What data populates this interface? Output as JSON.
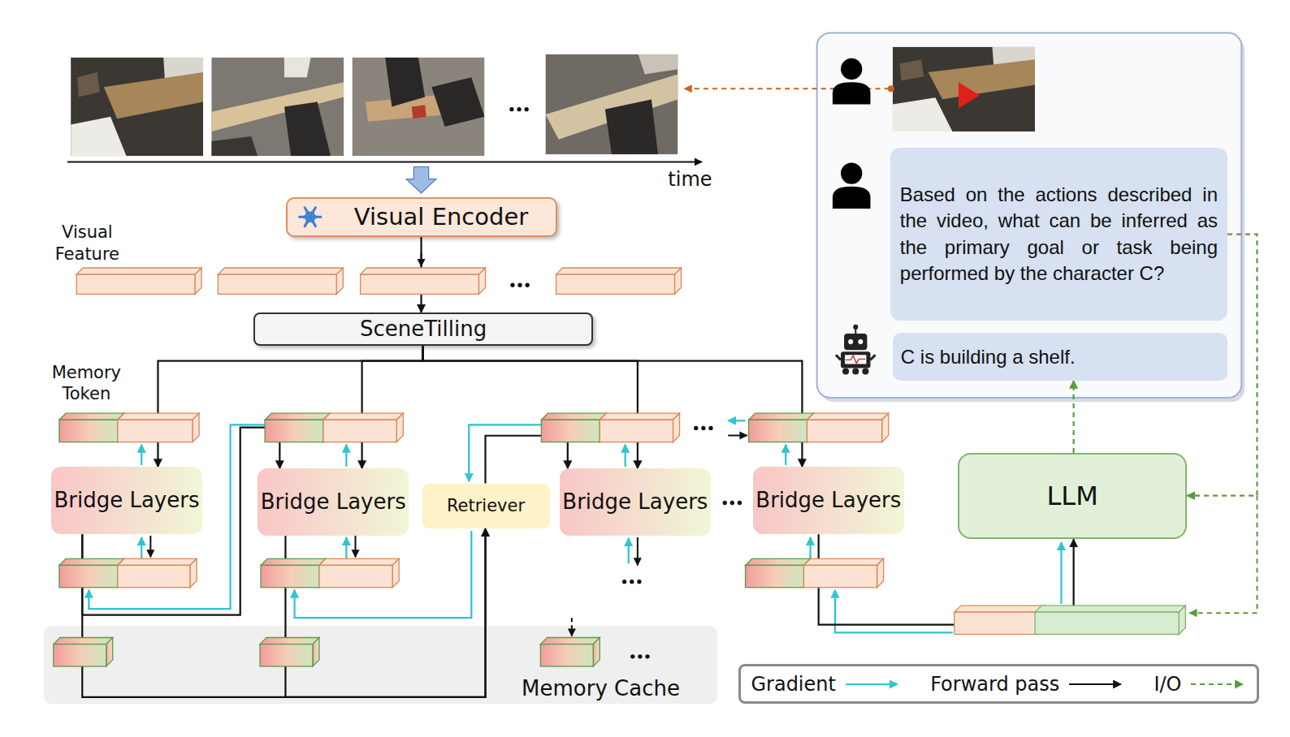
{
  "diagram": {
    "nodes": [
      {
        "text": [
          "Visual Encoder"
        ]
      },
      {
        "text": [
          "SceneTilling"
        ]
      },
      {
        "text": [
          "Bridge Layers"
        ]
      },
      {
        "text": [
          "Bridge Layers"
        ]
      },
      {
        "text": [
          "Retriever"
        ]
      },
      {
        "text": [
          "Bridge Layers"
        ]
      },
      {
        "text": [
          "Bridge Layers"
        ]
      },
      {
        "text": [
          "LLM"
        ]
      },
      {
        "text": [
          "Based on the actions described in the video, what can be inferred as the primary goal or task being performed by the character C?"
        ]
      },
      {
        "text": [
          "C is building a shelf."
        ]
      }
    ],
    "edges": [
      {
        "from": 0,
        "to": 1,
        "arrow": "to"
      },
      {
        "from": 1,
        "to": 2,
        "arrow": "to"
      },
      {
        "from": 1,
        "to": 3,
        "arrow": "to"
      },
      {
        "from": 1,
        "to": 5,
        "arrow": "to"
      },
      {
        "from": 1,
        "to": 6,
        "arrow": "to"
      },
      {
        "from": 2,
        "to": 3,
        "arrow": "to"
      },
      {
        "from": 2,
        "to": 4,
        "arrow": "to"
      },
      {
        "from": 3,
        "to": 4,
        "arrow": "to"
      },
      {
        "from": 4,
        "to": 5,
        "arrow": "to"
      },
      {
        "from": 6,
        "to": 7,
        "arrow": "to"
      },
      {
        "from": 7,
        "to": 9,
        "arrow": "to"
      },
      {
        "from": 8,
        "to": 7,
        "arrow": "to"
      }
    ],
    "labels": [
      "time",
      "Visual Feature",
      "Memory Token",
      "Memory Cache"
    ],
    "legend": [
      {
        "text": "Gradient"
      },
      {
        "text": "Forward pass"
      },
      {
        "text": "I/O"
      }
    ]
  }
}
